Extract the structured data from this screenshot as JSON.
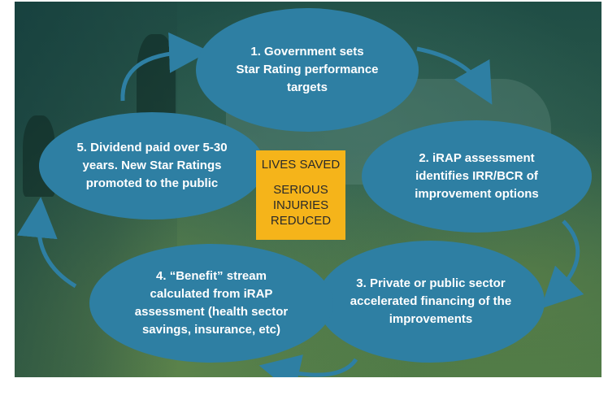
{
  "diagram": {
    "center": {
      "line1": "LIVES SAVED",
      "line2": "SERIOUS\nINJURIES\nREDUCED"
    },
    "steps": [
      {
        "text": "1. Government sets\nStar Rating performance\ntargets"
      },
      {
        "text": "2. iRAP assessment\nidentifies IRR/BCR of\nimprovement options"
      },
      {
        "text": "3. Private or public sector\naccelerated financing of the\nimprovements"
      },
      {
        "text": "4. “Benefit” stream\ncalculated from iRAP\nassessment (health sector\nsavings, insurance, etc)"
      },
      {
        "text": "5. Dividend paid over 5-30\nyears. New Star Ratings\npromoted to the public"
      }
    ],
    "colors": {
      "node": "#2e7fa3",
      "arrow": "#2e7fa3",
      "center": "#f5b41a",
      "background": "#2c5a4b"
    }
  }
}
